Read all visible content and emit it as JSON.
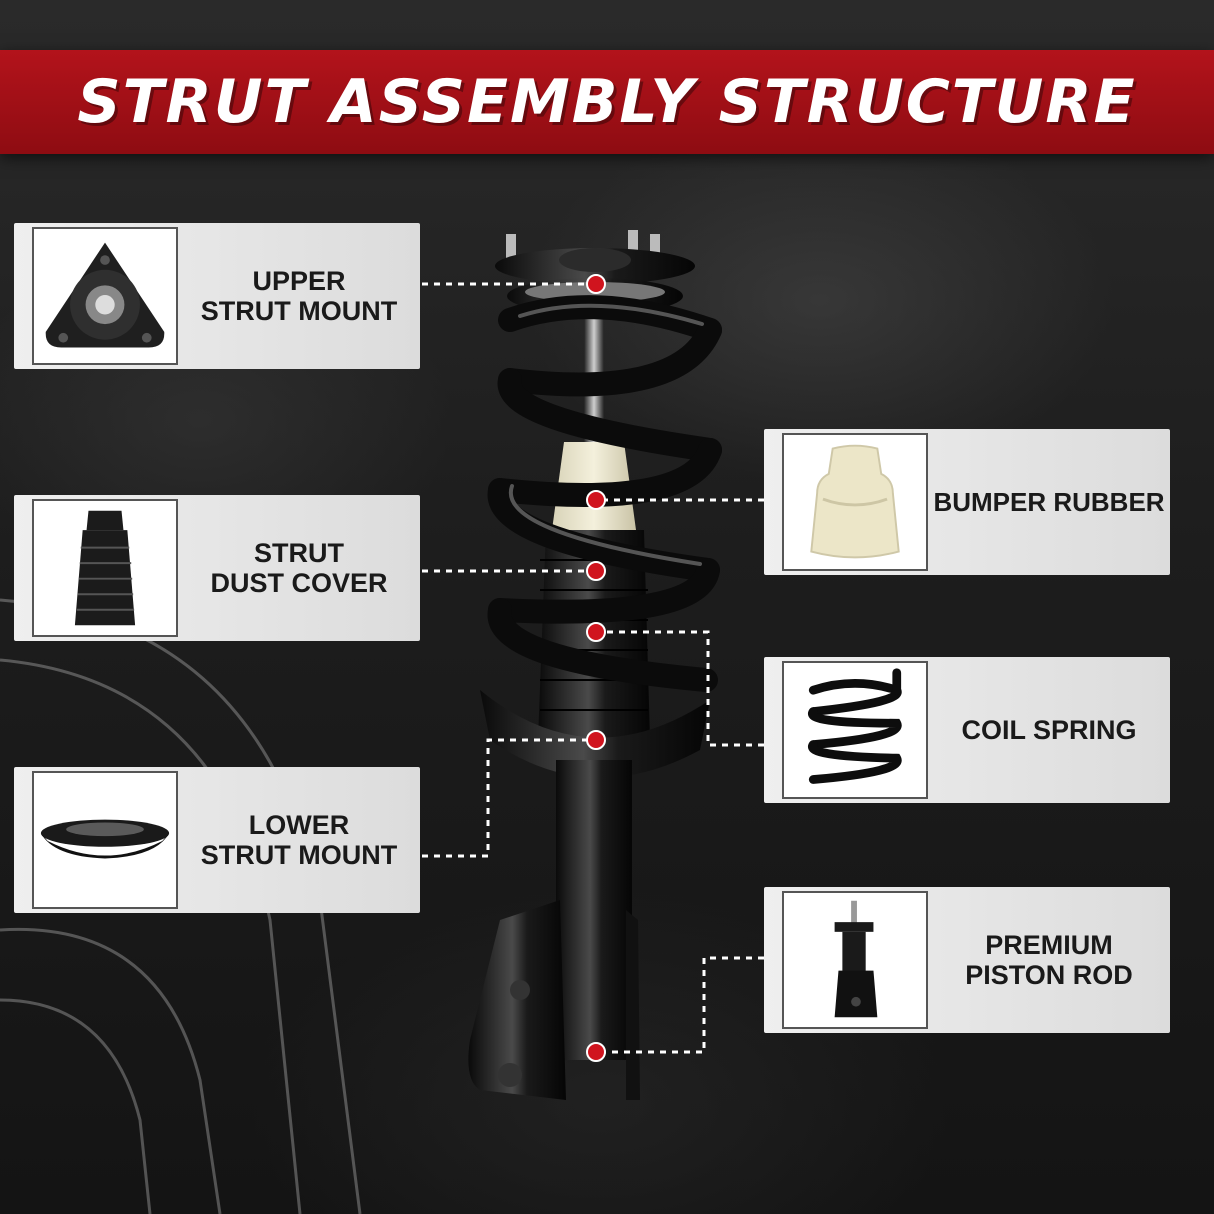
{
  "banner": {
    "title": "STRUT ASSEMBLY STRUCTURE"
  },
  "parts": {
    "upper_strut_mount": {
      "label": "UPPER\nSTRUT MOUNT",
      "icon": "upper-strut-mount-icon"
    },
    "strut_dust_cover": {
      "label": "STRUT\nDUST COVER",
      "icon": "dust-cover-icon"
    },
    "lower_strut_mount": {
      "label": "LOWER\nSTRUT MOUNT",
      "icon": "lower-strut-mount-icon"
    },
    "bumper_rubber": {
      "label": "BUMPER RUBBER",
      "icon": "bumper-rubber-icon"
    },
    "coil_spring": {
      "label": "COIL SPRING",
      "icon": "coil-spring-icon"
    },
    "premium_piston_rod": {
      "label": "PREMIUM\nPISTON ROD",
      "icon": "piston-rod-icon"
    }
  },
  "colors": {
    "banner_red": "#a3111a",
    "marker_red": "#d0141e",
    "card_bg": "#e6e6e6"
  }
}
